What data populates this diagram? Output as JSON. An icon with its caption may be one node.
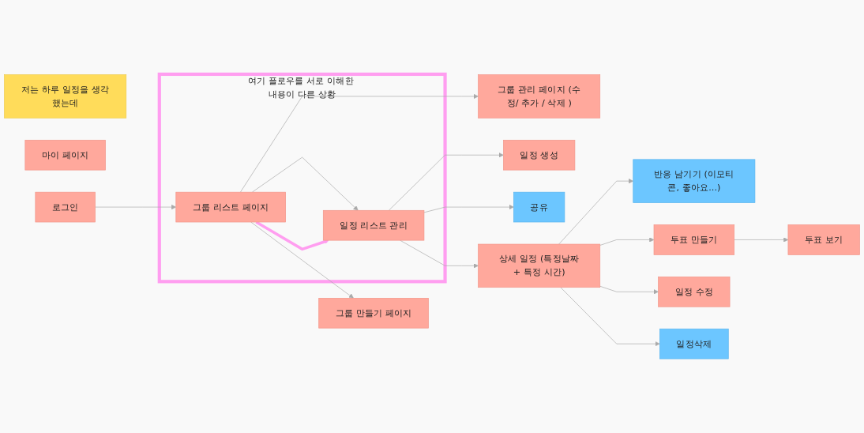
{
  "diagram": {
    "nodes": [
      {
        "text": [
          "저는 하루 일정을 생각했는데"
        ]
      },
      {
        "text": [
          "마이 페이지"
        ]
      },
      {
        "text": [
          "로그인"
        ]
      },
      {
        "text": [
          "그룹 만들기 페이지"
        ]
      },
      {
        "text": [
          "여기 플로우를 서로 이해한 내용이 다른 상황"
        ]
      },
      {
        "text": [
          "그룹 리스트 페이지"
        ],
        "in": 4
      },
      {
        "text": [
          "그룹 관리 페이지 (수정/ 추가 / 삭제 )"
        ]
      },
      {
        "text": [
          "일정 생성"
        ]
      },
      {
        "text": [
          "일정 리스트 관리"
        ],
        "in": 4
      },
      {
        "text": [
          "공유"
        ]
      },
      {
        "text": [
          "반응 남기기 (이모티콘, 좋아요...)"
        ]
      },
      {
        "text": [
          "상세 일정 (특정날짜+ 특정 시간)"
        ]
      },
      {
        "text": [
          "투표 만들기"
        ]
      },
      {
        "text": [
          "투표 보기"
        ]
      },
      {
        "text": [
          "일정 수정"
        ]
      },
      {
        "text": [
          "일정삭제"
        ]
      }
    ],
    "edges": [
      {
        "from": 2,
        "to": 5,
        "arrow": "to"
      },
      {
        "from": 5,
        "to": 3,
        "arrow": "to"
      },
      {
        "from": 5,
        "to": 6,
        "arrow": "to"
      },
      {
        "from": 5,
        "to": 8,
        "arrow": "to"
      },
      {
        "from": 5,
        "to": 8,
        "arrow": "to",
        "style": "thick",
        "color": "#ff9ef0"
      },
      {
        "from": 8,
        "to": 7,
        "arrow": "to"
      },
      {
        "from": 8,
        "to": 9,
        "arrow": "to"
      },
      {
        "from": 8,
        "to": 11,
        "arrow": "to"
      },
      {
        "from": 11,
        "to": 10,
        "arrow": "to"
      },
      {
        "from": 11,
        "to": 12,
        "arrow": "to"
      },
      {
        "from": 12,
        "to": 13,
        "arrow": "to"
      },
      {
        "from": 11,
        "to": 14,
        "arrow": "to"
      },
      {
        "from": 11,
        "to": 15,
        "arrow": "to"
      }
    ]
  }
}
